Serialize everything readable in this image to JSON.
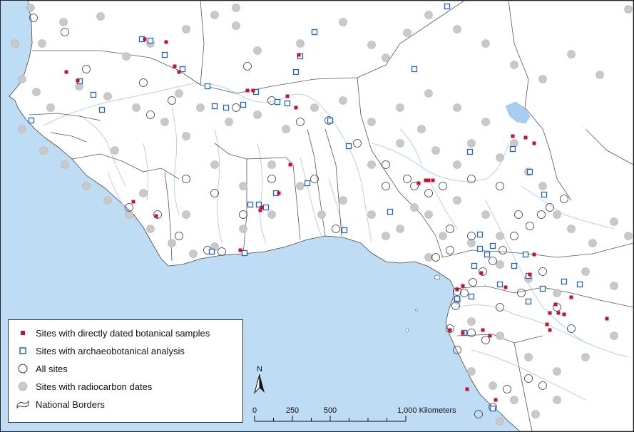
{
  "legend": {
    "items": [
      {
        "label": "Sites with directly dated botanical samples",
        "symbol": "red-square"
      },
      {
        "label": "Sites with archaeobotanical analysis",
        "symbol": "blue-square"
      },
      {
        "label": "All sites",
        "symbol": "open-circle"
      },
      {
        "label": "Sites with radiocarbon dates",
        "symbol": "gray-circle"
      },
      {
        "label": "National Borders",
        "symbol": "border-outline"
      }
    ]
  },
  "north_label": "N",
  "scale": {
    "ticks": [
      "0",
      "250",
      "500",
      "1,000 Kilometers"
    ],
    "tick_values": [
      0,
      250,
      500,
      1000
    ]
  },
  "colors": {
    "ocean": "#bfdcf5",
    "land": "#ffffff",
    "rivers": "#b3d2ee",
    "borders": "#555555",
    "radiocarbon": "#c9c9c9",
    "all_sites_stroke": "#3a3a3a",
    "archaeobotanical": "#1f63c9",
    "dated_botanical": "#c8102e"
  }
}
